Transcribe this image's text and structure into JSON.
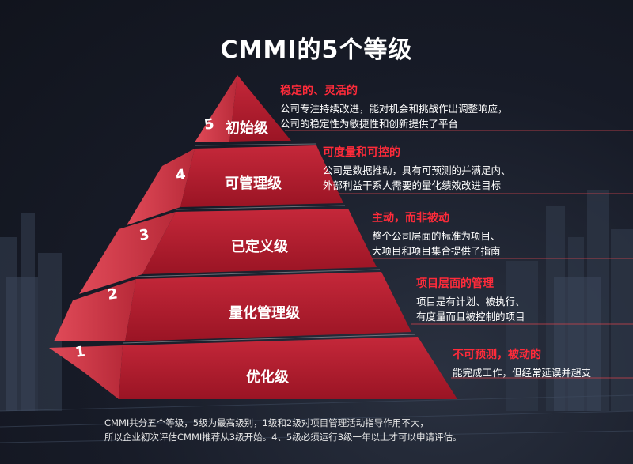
{
  "title": "CMMI的5个等级",
  "accent_color": "#ff2b3a",
  "pyramid_color": "#b41f2e",
  "levels": [
    {
      "num": "5",
      "name": "优化级",
      "head": "稳定的、灵活的",
      "lines": [
        "公司专注持续改进，能对机会和挑战作出调整响应，",
        "公司的稳定性为敏捷性和创新提供了平台"
      ]
    },
    {
      "num": "4",
      "name": "量化管理级",
      "head": "可度量和可控的",
      "lines": [
        "公司是数据推动，具有可预测的并满足内、",
        "外部利益干系人需要的量化绩效改进目标"
      ]
    },
    {
      "num": "3",
      "name": "已定义级",
      "head": "主动，而非被动",
      "lines": [
        "整个公司层面的标准为项目、",
        "大项目和项目集合提供了指南"
      ]
    },
    {
      "num": "2",
      "name": "可管理级",
      "head": "项目层面的管理",
      "lines": [
        "项目是有计划、被执行、",
        "有度量而且被控制的项目"
      ]
    },
    {
      "num": "1",
      "name": "初始级",
      "head": "不可预测，被动的",
      "lines": [
        "能完成工作，但经常延误并超支"
      ]
    }
  ],
  "footnote": [
    "CMMI共分五个等级，5级为最高级别，1级和2级对项目管理活动指导作用不大，",
    "所以企业初次评估CMMI推荐从3级开始。4、5级必须运行3级一年以上才可以申请评估。"
  ]
}
